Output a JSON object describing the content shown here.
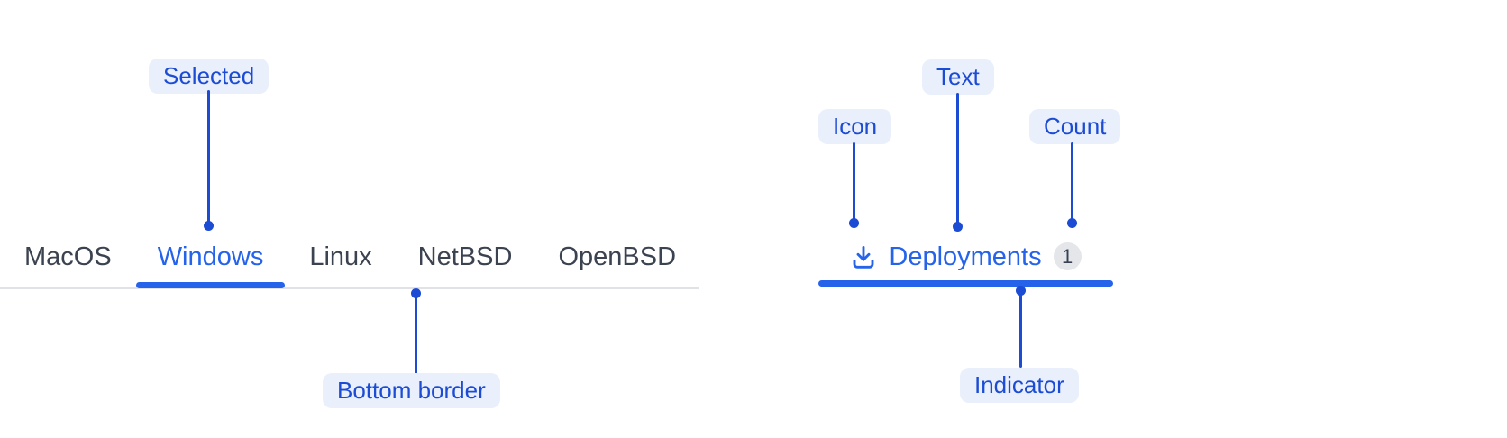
{
  "colors": {
    "component_blue": "#2563EB",
    "annotation_blue": "#1C4BD4",
    "annotation_pill_bg": "#E9F0FC",
    "tab_text_gray": "#3C4350",
    "border_gray": "#E0E2E6",
    "badge_bg": "#E4E6EA",
    "badge_text": "#374151",
    "background": "#FFFFFF"
  },
  "tabs_demo": {
    "tabs": [
      {
        "label": "MacOS",
        "selected": false
      },
      {
        "label": "Windows",
        "selected": true
      },
      {
        "label": "Linux",
        "selected": false
      },
      {
        "label": "NetBSD",
        "selected": false
      },
      {
        "label": "OpenBSD",
        "selected": false
      }
    ],
    "annotations": {
      "selected_label": "Selected",
      "bottom_border_label": "Bottom border"
    }
  },
  "tab_item_demo": {
    "icon": "download-icon",
    "label": "Deployments",
    "count": "1",
    "annotations": {
      "icon_label": "Icon",
      "text_label": "Text",
      "count_label": "Count",
      "indicator_label": "Indicator"
    }
  }
}
